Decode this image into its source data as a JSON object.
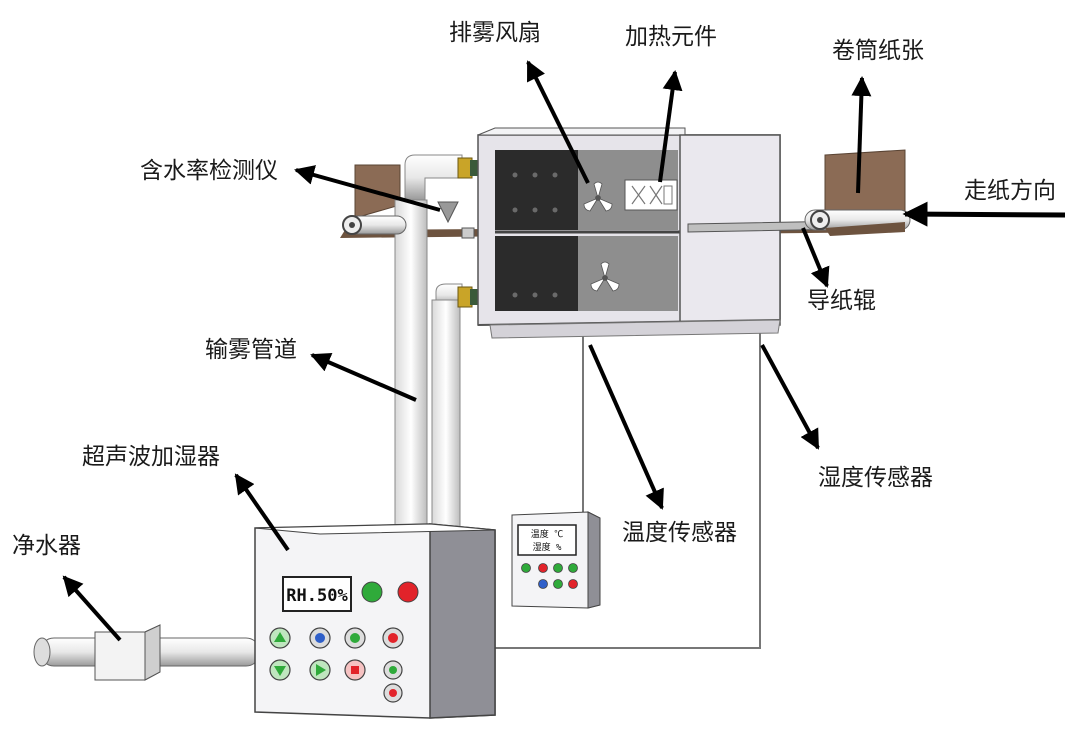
{
  "labels": {
    "exhaust_fan": "排雾风扇",
    "heating_element": "加热元件",
    "paper_roll": "卷筒纸张",
    "moisture_meter": "含水率检测仪",
    "paper_direction": "走纸方向",
    "guide_roller": "导纸辊",
    "mist_pipe": "输雾管道",
    "ultrasonic_humidifier": "超声波加湿器",
    "water_purifier": "净水器",
    "temperature_sensor": "温度传感器",
    "humidity_sensor": "湿度传感器"
  },
  "humidifier_panel": {
    "lcd_text": "RH.50%"
  },
  "sensor_panel": {
    "lcd_line1": "温度 ℃",
    "lcd_line2": "湿度 %"
  },
  "colors": {
    "arrow": "#000000",
    "paper": "#8b6b55",
    "chamber_left": "#2b2b2b",
    "chamber_right": "#8e8e8e",
    "box_frame": "#e6e4ea",
    "humidifier_front": "#f4f4f6",
    "humidifier_side": "#8f8f96",
    "btn_green": "#2faa3a",
    "btn_red": "#e2232a",
    "btn_blue": "#2f5fc9"
  },
  "icons": [
    "fan-icon",
    "heater-icon",
    "arrow-up-icon",
    "arrow-down-icon",
    "play-icon",
    "stop-icon"
  ]
}
